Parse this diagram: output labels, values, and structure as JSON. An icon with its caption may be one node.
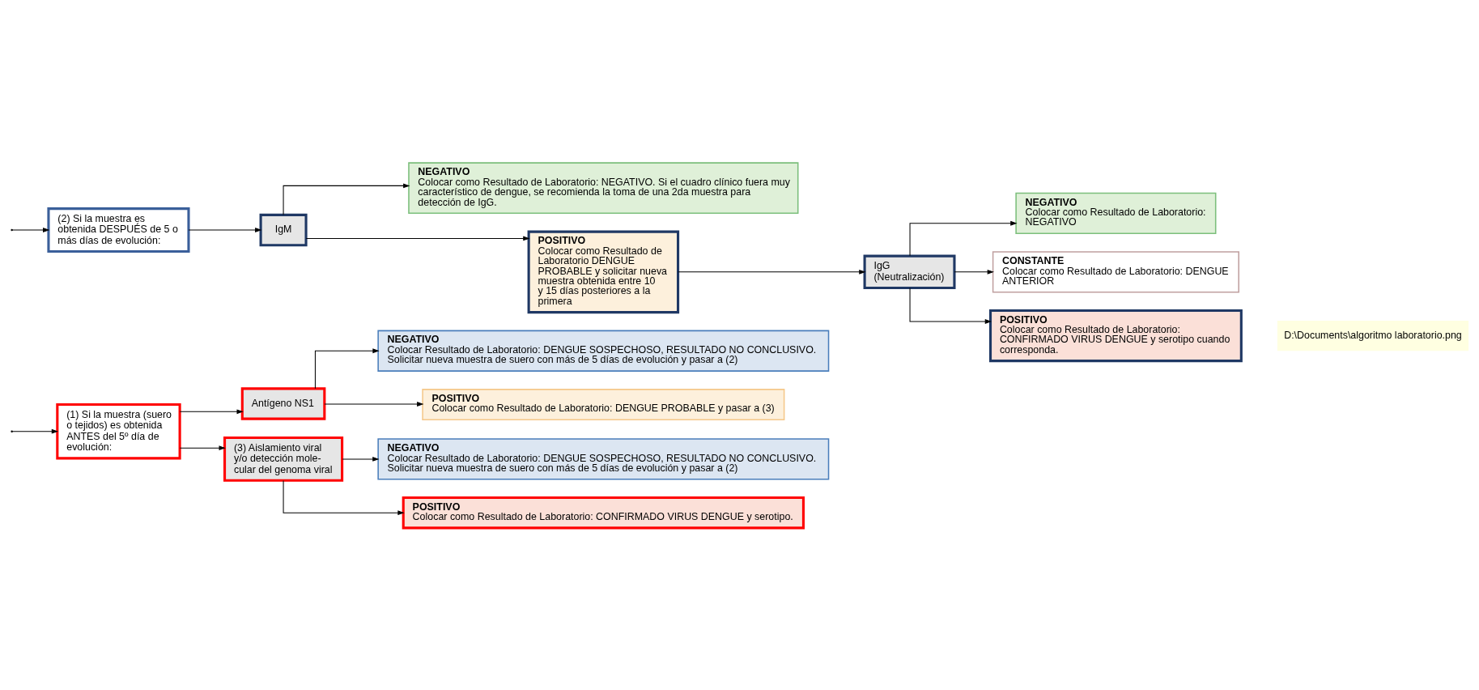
{
  "diagram": {
    "nodes": [
      {
        "text": [
          "(1) Si la muestra (suero o tejidos) es obtenida ANTES del 5º día de evolución:"
        ]
      },
      {
        "text": [
          "Antígeno NS1"
        ]
      },
      {
        "text": [
          "NEGATIVO",
          "Colocar Resultado de Laboratorio: DENGUE SOSPECHOSO, RESULTADO NO CONCLUSIVO. Solicitar nueva muestra de suero con más de 5 días de evolución y pasar a (2)"
        ]
      },
      {
        "text": [
          "POSITIVO",
          "Colocar como Resultado de Laboratorio: DENGUE PROBABLE y pasar a (3)"
        ]
      },
      {
        "text": [
          "(3) Aislamiento viral y/o detección mole- cular del genoma viral"
        ]
      },
      {
        "text": [
          "NEGATIVO",
          "Colocar Resultado de Laboratorio: DENGUE SOSPECHOSO, RESULTADO NO CONCLUSIVO. Solicitar nueva muestra de suero con más de 5 días de evolución y pasar a (2)"
        ]
      },
      {
        "text": [
          "POSITIVO",
          "Colocar como Resultado de Laboratorio: CONFIRMADO VIRUS DENGUE y serotipo."
        ]
      },
      {
        "text": [
          "(2) Si la muestra es obtenida DESPUÉS de 5 o más días de evolución:"
        ]
      },
      {
        "text": [
          "IgM"
        ]
      },
      {
        "text": [
          "NEGATIVO",
          "Colocar como Resultado de Laboratorio: NEGATIVO. Si el cuadro clínico fuera muy característico de dengue, se recomienda la toma de una 2da muestra para detección de IgG."
        ]
      },
      {
        "text": [
          "POSITIVO",
          "Colocar como Resultado de Laboratorio DENGUE PROBABLE y solicitar nueva muestra obtenida entre 10 y 15 días posteriores a la primera"
        ]
      },
      {
        "text": [
          "IgG (Neutralización)"
        ]
      },
      {
        "text": [
          "NEGATIVO",
          "Colocar como Resultado de Laboratorio: NEGATIVO"
        ]
      },
      {
        "text": [
          "CONSTANTE",
          "Colocar como Resultado de Laboratorio: DENGUE ANTERIOR"
        ]
      },
      {
        "text": [
          "POSITIVO",
          "Colocar como Resultado de Laboratorio: CONFIRMADO VIRUS DENGUE y serotipo cuando corresponda."
        ]
      }
    ],
    "edges": [
      {
        "from": null,
        "to": 0,
        "arrow": "to"
      },
      {
        "from": null,
        "to": 7,
        "arrow": "to"
      },
      {
        "from": 0,
        "to": 1,
        "arrow": "to"
      },
      {
        "from": 0,
        "to": 4,
        "arrow": "to"
      },
      {
        "from": 1,
        "to": 2,
        "arrow": "to"
      },
      {
        "from": 1,
        "to": 3,
        "arrow": "to"
      },
      {
        "from": 4,
        "to": 5,
        "arrow": "to"
      },
      {
        "from": 4,
        "to": 6,
        "arrow": "to"
      },
      {
        "from": 7,
        "to": 8,
        "arrow": "to"
      },
      {
        "from": 8,
        "to": 9,
        "arrow": "to"
      },
      {
        "from": 8,
        "to": 10,
        "arrow": "to"
      },
      {
        "from": 10,
        "to": 11,
        "arrow": "to"
      },
      {
        "from": 11,
        "to": 12,
        "arrow": "to"
      },
      {
        "from": 11,
        "to": 13,
        "arrow": "to"
      },
      {
        "from": 11,
        "to": 14,
        "arrow": "to"
      }
    ],
    "labels": [
      "D:\\Documents\\algoritmo laboratorio.png"
    ]
  }
}
